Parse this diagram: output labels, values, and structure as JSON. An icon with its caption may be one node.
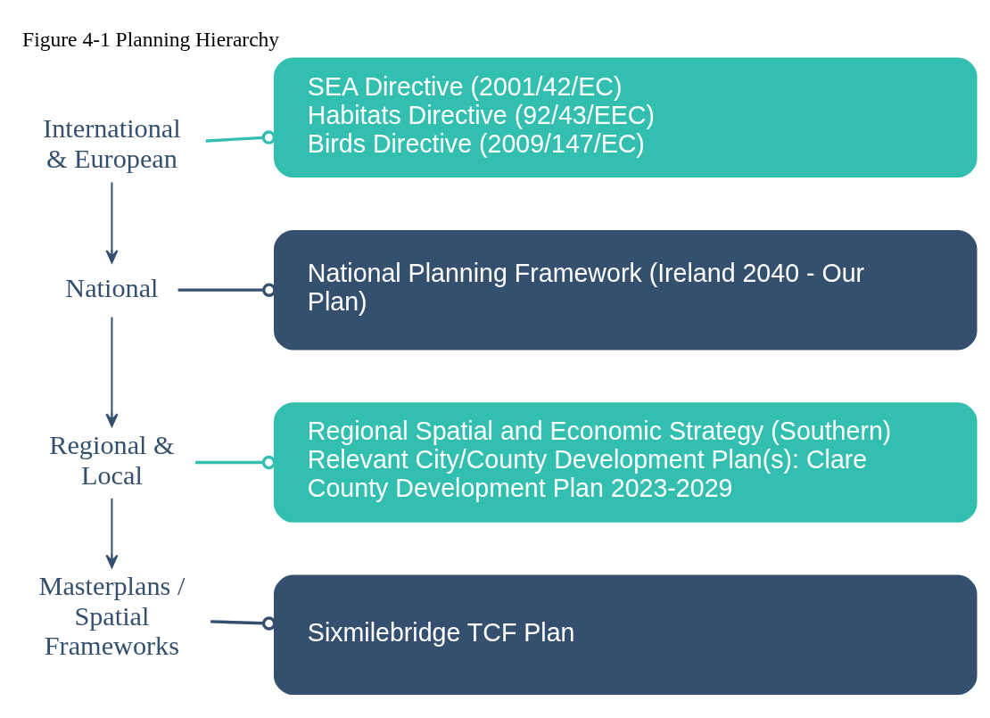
{
  "diagram": {
    "title": "Figure 4-1 Planning Hierarchy",
    "nodes": [
      {
        "text": [
          "International & European"
        ]
      },
      {
        "text": [
          "SEA Directive (2001/42/EC)",
          "Habitats Directive (92/43/EEC)",
          "Birds Directive (2009/147/EC)"
        ]
      },
      {
        "text": [
          "National"
        ]
      },
      {
        "text": [
          "National Planning Framework (Ireland 2040 - Our Plan)"
        ]
      },
      {
        "text": [
          "Regional & Local"
        ]
      },
      {
        "text": [
          "Regional Spatial and Economic Strategy (Southern)",
          "Relevant City/County Development Plan(s): Clare County Development Plan 2023-2029"
        ]
      },
      {
        "text": [
          "Masterplans / Spatial Frameworks"
        ]
      },
      {
        "text": [
          "Sixmilebridge TCF Plan"
        ]
      }
    ],
    "edges": [
      {
        "from": 0,
        "to": 1,
        "arrow": "other",
        "color": "#32bfb0"
      },
      {
        "from": 0,
        "to": 2,
        "arrow": "to"
      },
      {
        "from": 2,
        "to": 3,
        "arrow": "other"
      },
      {
        "from": 2,
        "to": 4,
        "arrow": "to"
      },
      {
        "from": 4,
        "to": 5,
        "arrow": "other",
        "color": "#32bfb0"
      },
      {
        "from": 4,
        "to": 6,
        "arrow": "to"
      },
      {
        "from": 6,
        "to": 7,
        "arrow": "other"
      }
    ]
  }
}
